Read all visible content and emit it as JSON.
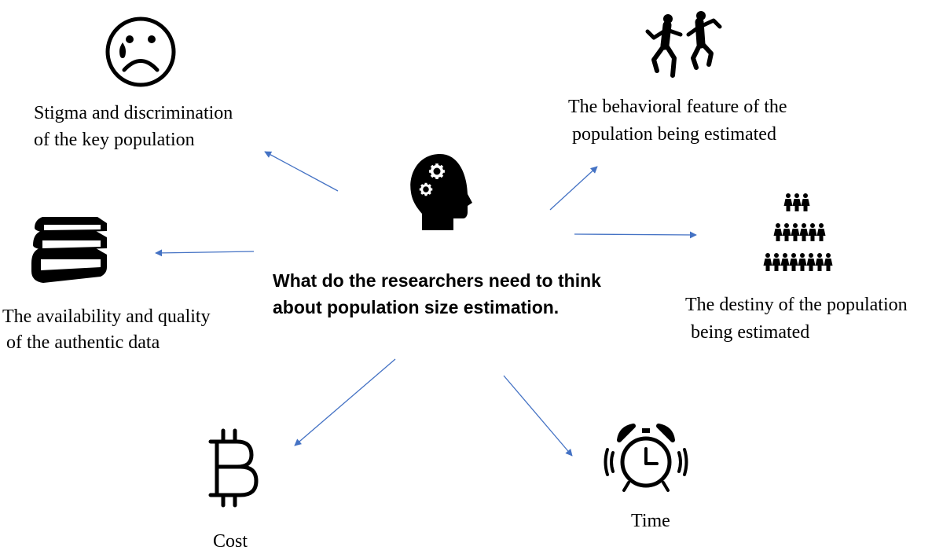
{
  "center": {
    "line1": "What do the researchers need to think",
    "line2": "about population size estimation.",
    "icon": "head-gears-icon"
  },
  "nodes": {
    "stigma": {
      "icon": "sad-face-icon",
      "line1": "Stigma and discrimination",
      "line2": "of the key population"
    },
    "data": {
      "icon": "books-icon",
      "line1": "The availability and quality",
      "line2": "of the authentic data"
    },
    "cost": {
      "icon": "bitcoin-icon",
      "label": "Cost"
    },
    "time": {
      "icon": "alarm-clock-icon",
      "label": "Time"
    },
    "behavior": {
      "icon": "dancing-people-icon",
      "line1": "The behavioral feature of the",
      "line2": "population being estimated"
    },
    "density": {
      "icon": "crowd-pyramid-icon",
      "line1": "The destiny of the population",
      "line2": "being estimated"
    }
  },
  "colors": {
    "arrow": "#4472c4",
    "icon": "#000000"
  }
}
